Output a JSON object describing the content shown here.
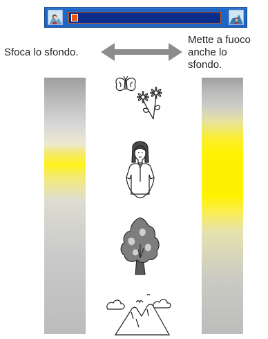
{
  "slider": {
    "level": 0.0,
    "left_icon": "portrait-blur-icon",
    "right_icon": "landscape-sharp-icon",
    "colors": {
      "frame": "#1e67c7",
      "track": "#0a2d8a",
      "thumb": "#ea5512"
    }
  },
  "captions": {
    "left": "Sfoca lo sfondo.",
    "right_lines": [
      "Mette a fuoco",
      "anche lo",
      "sfondo."
    ]
  },
  "icons": {
    "arrow": "double-arrow-icon",
    "scene": [
      "butterfly-flowers-icon",
      "person-icon",
      "tree-icon",
      "mountains-icon"
    ]
  },
  "focus_bars": {
    "left": {
      "description_color": "#fff21a"
    },
    "right": {
      "description_color": "#fff200"
    }
  }
}
